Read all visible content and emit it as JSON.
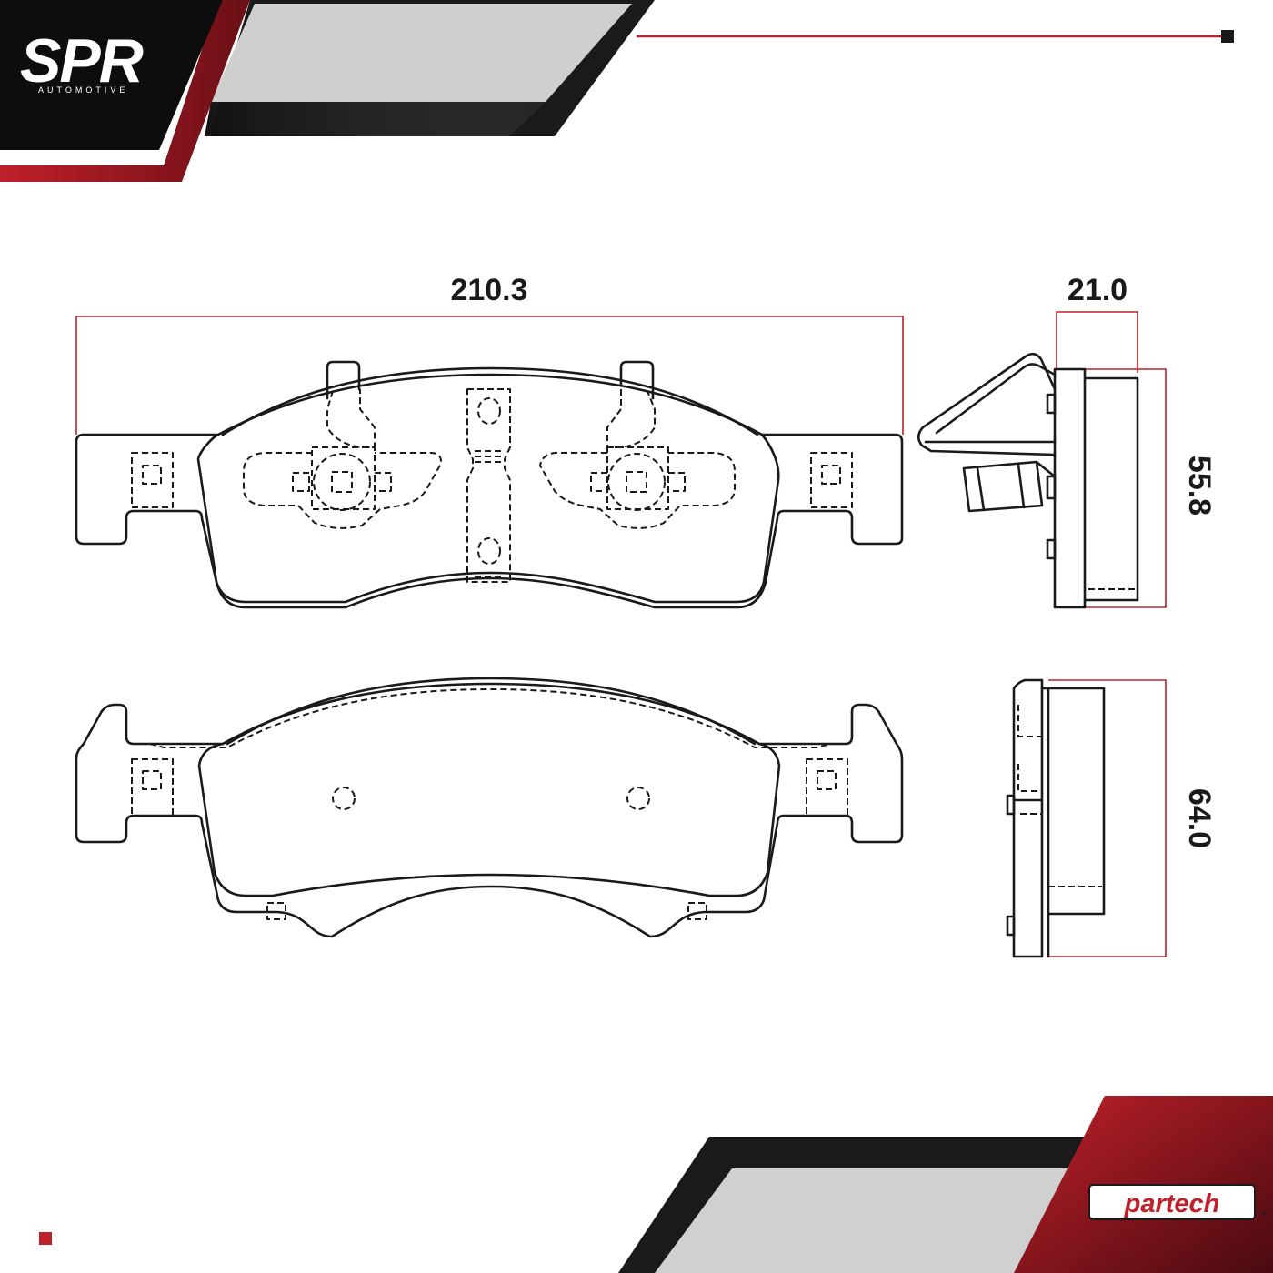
{
  "brand": {
    "name": "SPR",
    "subtitle": "AUTOMOTIVE",
    "partner": "partech",
    "partner_mark": "®"
  },
  "dimensions": {
    "width": "210.3",
    "thickness": "21.0",
    "height_top": "55.8",
    "height_bottom": "64.0"
  },
  "colors": {
    "accent_red": "#c0202a",
    "dark": "#111111",
    "grey": "#cfcfcf",
    "line": "#1a1a1a"
  }
}
